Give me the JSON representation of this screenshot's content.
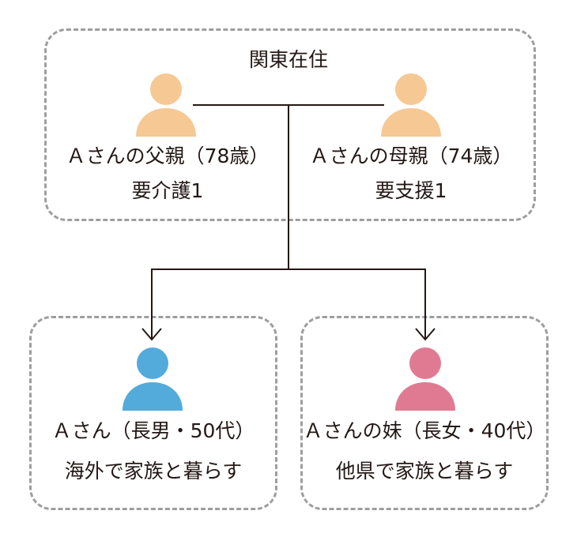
{
  "group": {
    "label": "関東在住"
  },
  "father": {
    "name": "Ａさんの父親（78歳）",
    "status": "要介護1",
    "color": "#f6c894"
  },
  "mother": {
    "name": "Ａさんの母親（74歳）",
    "status": "要支援1",
    "color": "#f6c894"
  },
  "son": {
    "name": "Ａさん（長男・50代）",
    "status": "海外で家族と暮らす",
    "color": "#53abdc"
  },
  "daughter": {
    "name": "Ａさんの妹（長女・40代）",
    "status": "他県で家族と暮らす",
    "color": "#e07a92"
  },
  "colors": {
    "line": "#231815",
    "dashed_border": "#9e9e9e"
  }
}
